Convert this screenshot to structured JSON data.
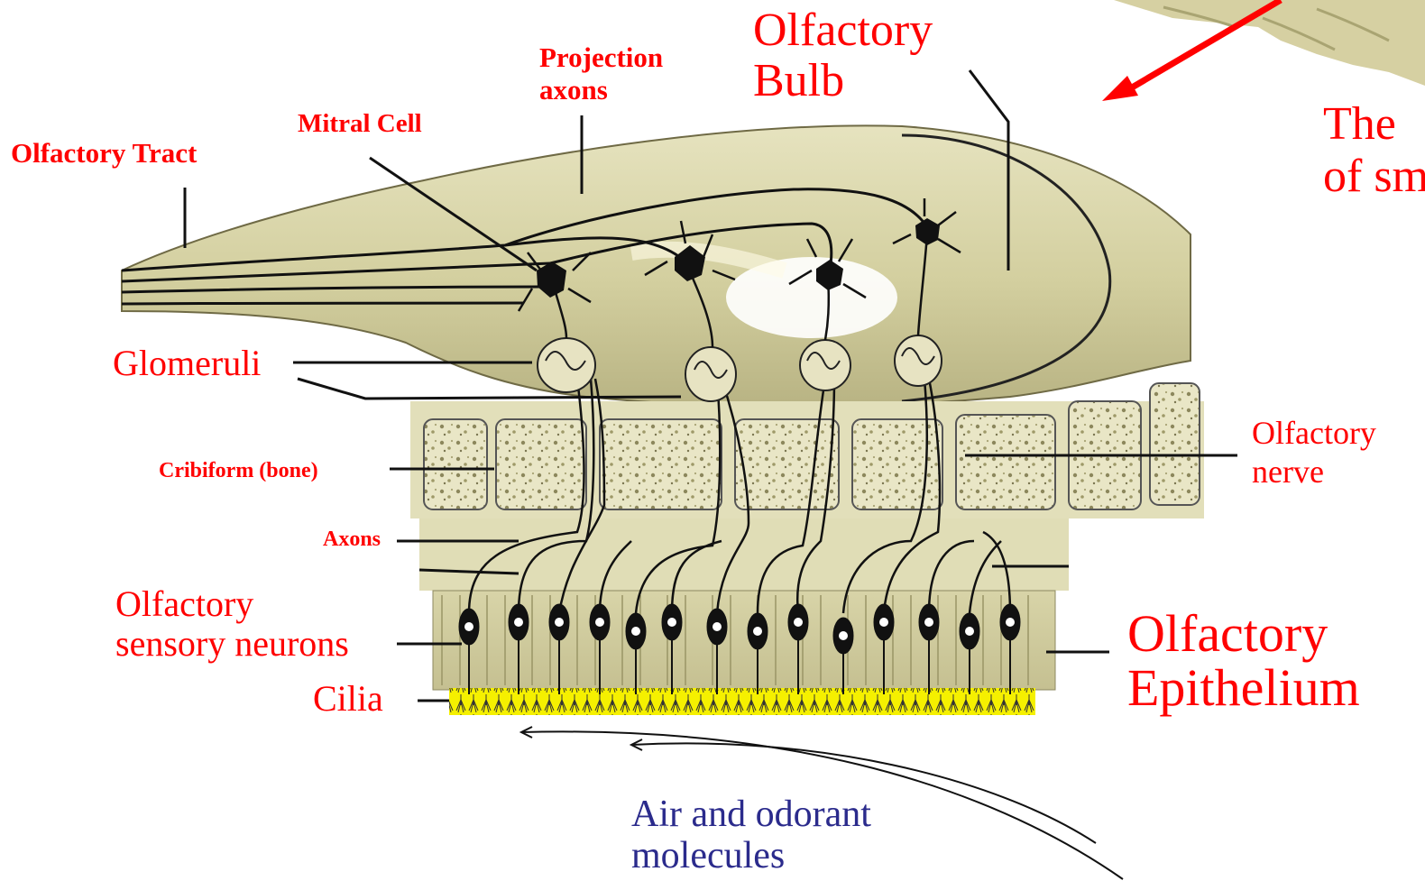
{
  "labels": {
    "olfactory_bulb_l1": "Olfactory",
    "olfactory_bulb_l2": "Bulb",
    "projection_axons_l1": "Projection",
    "projection_axons_l2": "axons",
    "mitral_cell": "Mitral Cell",
    "olfactory_tract": "Olfactory Tract",
    "glomeruli": "Glomeruli",
    "cribiform": "Cribiform (bone)",
    "axons": "Axons",
    "olfactory_nerve_l1": "Olfactory",
    "olfactory_nerve_l2": "nerve",
    "sensory_neurons_l1": "Olfactory",
    "sensory_neurons_l2": "sensory neurons",
    "cilia": "Cilia",
    "epithelium_l1": "Olfactory",
    "epithelium_l2": "Epithelium",
    "air_l1": "Air and odorant",
    "air_l2": "molecules",
    "corner_l1": "The",
    "corner_l2": "of sm"
  },
  "colors": {
    "label_red": "#ff0000",
    "label_blue": "#2b2b8c",
    "tissue": "#d9d5a6",
    "tissue_dark": "#b9b482",
    "cilia_band": "#f5f000"
  }
}
